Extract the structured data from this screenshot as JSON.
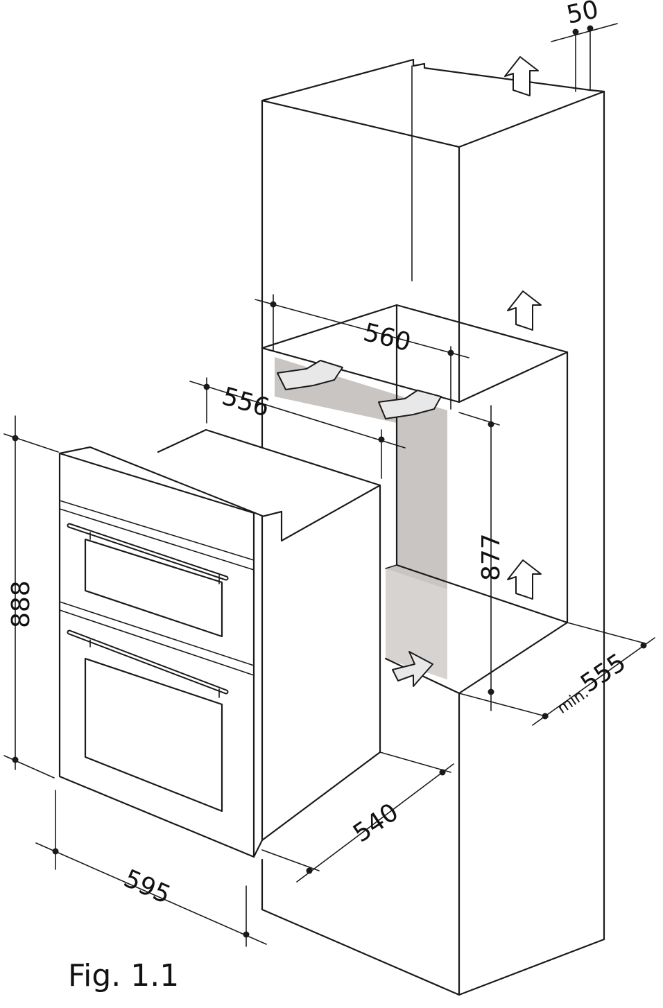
{
  "dimensions": {
    "gap_top": "50",
    "cavity_width": "560",
    "oven_depth_top": "556",
    "cavity_height": "877",
    "cabinet_depth_prefix": "min.",
    "cabinet_depth": "555",
    "oven_height": "888",
    "oven_depth": "540",
    "oven_width": "595"
  },
  "caption": "Fig. 1.1",
  "colors": {
    "line": "#1a1a1a",
    "cavity_shade": "#c9c5c3",
    "cavity_floor": "#d6d3d1"
  }
}
